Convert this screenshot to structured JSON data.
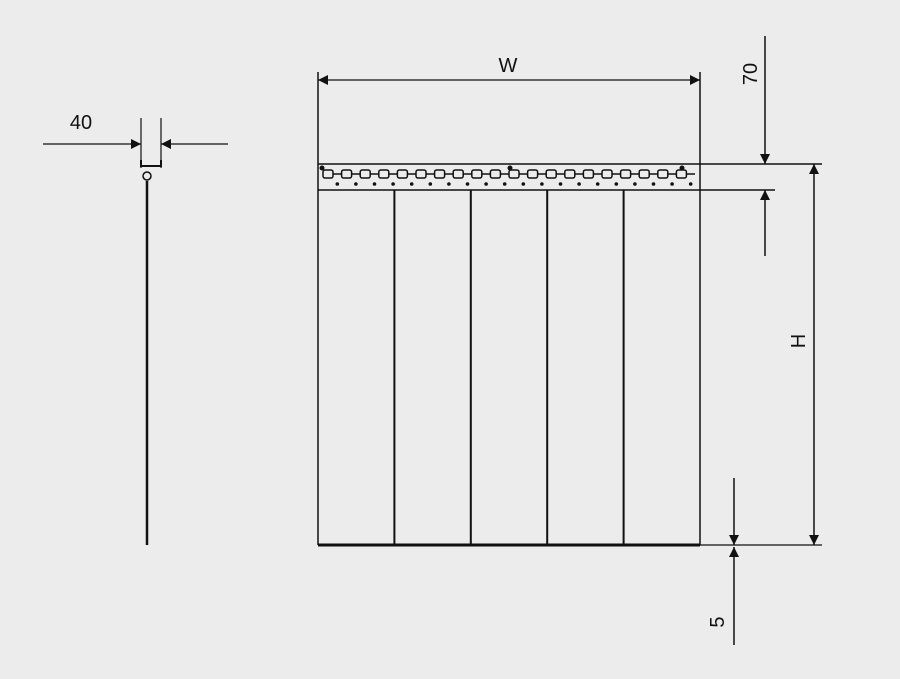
{
  "dimensions": {
    "side_width": "40",
    "width": "W",
    "top_rail": "70",
    "height": "H",
    "bottom_gap": "5"
  },
  "strip_count": 5,
  "colors": {
    "background": "#ececec",
    "line": "#111111"
  }
}
